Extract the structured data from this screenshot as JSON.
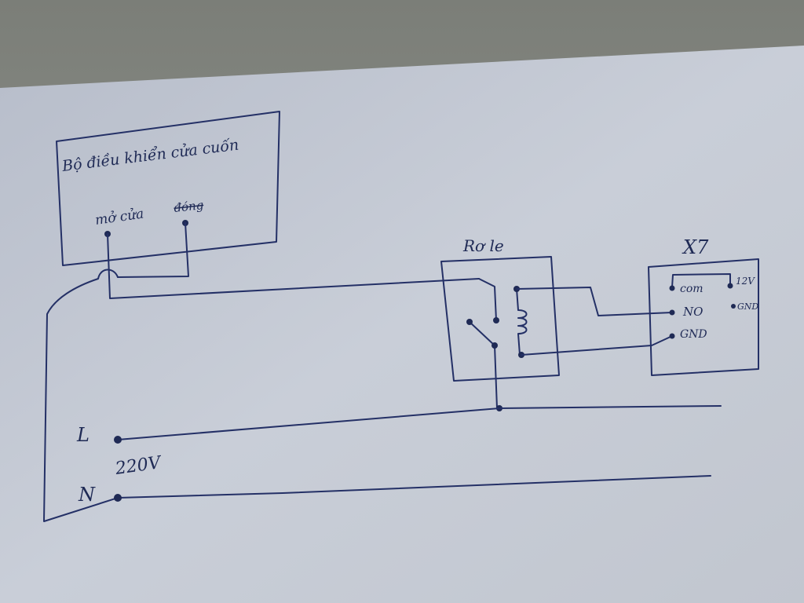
{
  "controller": {
    "title": "Bộ điều khiển cửa cuốn",
    "open_label": "mở cửa",
    "second_label": "đóng"
  },
  "relay": {
    "label": "Rơ le"
  },
  "x7": {
    "label": "X7",
    "terminals": [
      "com",
      "12V",
      "NO",
      "GND",
      "GND"
    ]
  },
  "power": {
    "line_label": "L",
    "neutral_label": "N",
    "voltage_label": "220V"
  },
  "colors": {
    "ink": "#243066",
    "paper": "#c6ccd6"
  }
}
